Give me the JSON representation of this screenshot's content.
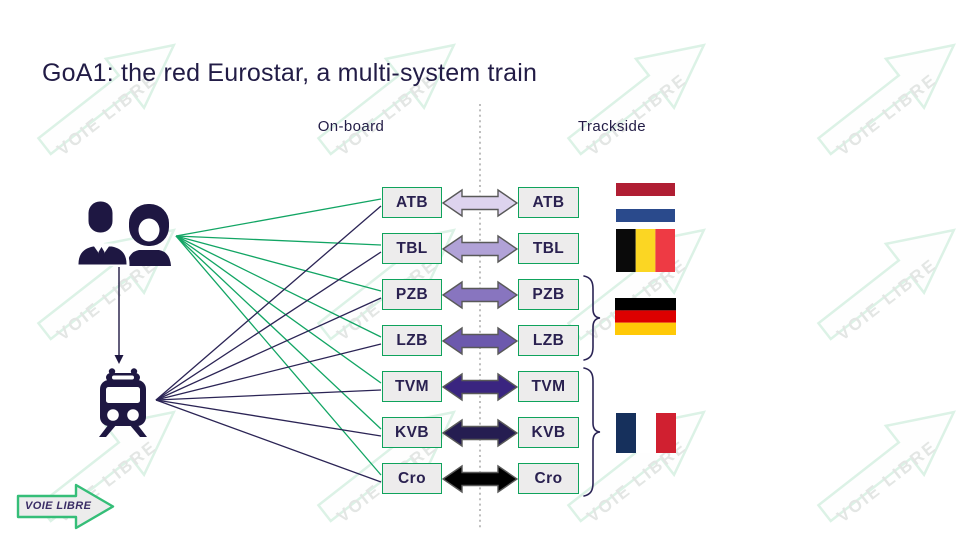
{
  "title": "GoA1: the red Eurostar, a multi-system train",
  "headers": {
    "onboard": "On-board",
    "trackside": "Trackside"
  },
  "systems": [
    {
      "label": "ATB",
      "arrow_color": "#DDD3EE"
    },
    {
      "label": "TBL",
      "arrow_color": "#B1A2D7"
    },
    {
      "label": "PZB",
      "arrow_color": "#8875BF"
    },
    {
      "label": "LZB",
      "arrow_color": "#6C59AD"
    },
    {
      "label": "TVM",
      "arrow_color": "#3A2580"
    },
    {
      "label": "KVB",
      "arrow_color": "#251D51"
    },
    {
      "label": "Cro",
      "arrow_color": "#000000"
    }
  ],
  "flags": [
    {
      "name": "netherlands",
      "orientation": "horizontal",
      "colors": [
        "#B01E33",
        "#FFFFFF",
        "#2A4A8C"
      ]
    },
    {
      "name": "belgium",
      "orientation": "vertical",
      "colors": [
        "#0A0A0A",
        "#FBD623",
        "#EE3A44"
      ]
    },
    {
      "name": "germany",
      "orientation": "horizontal",
      "colors": [
        "#000000",
        "#DD0000",
        "#FFC907"
      ]
    },
    {
      "name": "france",
      "orientation": "vertical",
      "colors": [
        "#16305C",
        "#FFFFFF",
        "#D02030"
      ]
    }
  ],
  "watermark_text": "VOIE LIBRE",
  "logo_text": "VOIE LIBRE",
  "colors": {
    "title_text": "#221C46",
    "header_text": "#221C46",
    "box_border": "#0FA35C",
    "box_fill": "#EDECEC",
    "box_text": "#2A2150",
    "driver_line": "#12A564",
    "train_line": "#2B2455",
    "arrow_outline": "#595959",
    "brace": "#2B2455",
    "divider": "#9A9A9A",
    "icon": "#1E1742",
    "wm_stroke": "#DCF2E6",
    "wm_text": "#E3E6E4",
    "logo_border": "#35BE78",
    "logo_fill": "#ECECEC",
    "logo_text": "#3A2D66"
  }
}
